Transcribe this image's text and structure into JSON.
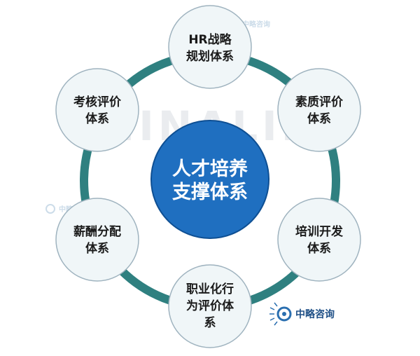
{
  "center": {
    "lines": [
      "人才培养",
      "支撑体系"
    ],
    "color": "#1f6fc0"
  },
  "ring_color": "#2f8080",
  "node_fill": "#f0f6f8",
  "nodes": [
    {
      "id": "hr-strategy",
      "lines": [
        "HR战略",
        "规划体系"
      ]
    },
    {
      "id": "quality-eval",
      "lines": [
        "素质评价",
        "体系"
      ]
    },
    {
      "id": "training-dev",
      "lines": [
        "培训开发",
        "体系"
      ]
    },
    {
      "id": "career-eval",
      "lines": [
        "职业化行",
        "为评价体",
        "系"
      ]
    },
    {
      "id": "salary",
      "lines": [
        "薪酬分配",
        "体系"
      ]
    },
    {
      "id": "assessment",
      "lines": [
        "考核评价",
        "体系"
      ]
    }
  ],
  "watermark": {
    "text": "HINALIN",
    "logo_text": "中略咨询"
  }
}
